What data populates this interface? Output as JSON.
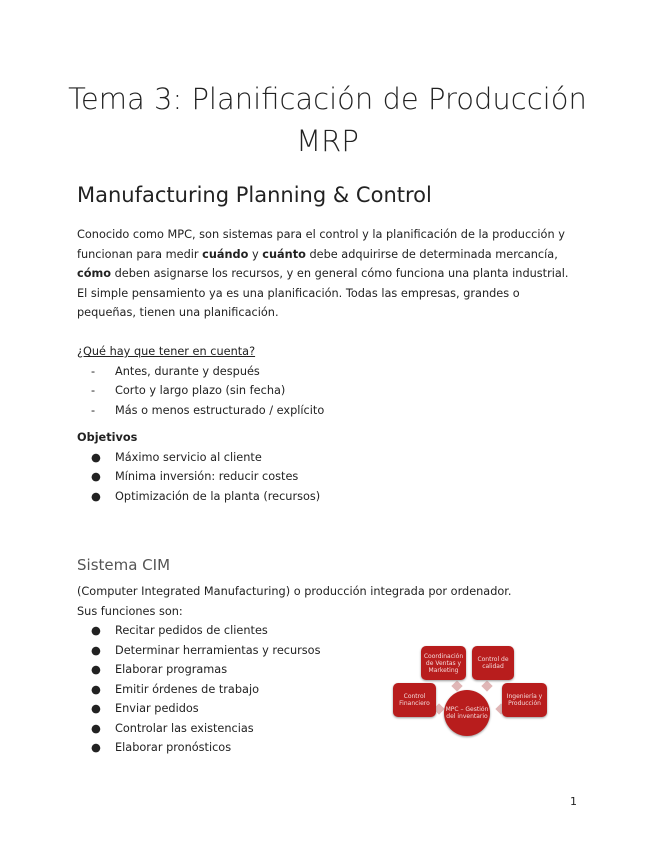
{
  "title_line1": "Tema 3: Planificación de Producción",
  "title_line2": "MRP",
  "section1": {
    "heading": "Manufacturing Planning & Control",
    "p1": [
      "Conocido como MPC, son sistemas para el control y la planificación de la producción y funcionan para medir ",
      "cuándo",
      " y ",
      "cuánto",
      " debe adquirirse de determinada mercancía, ",
      "cómo",
      " deben asignarse los recursos, y en general cómo funciona una planta industrial."
    ],
    "p2": "El simple pensamiento ya es una planificación. Todas las empresas, grandes o pequeñas, tienen una planificación.",
    "question": "¿Qué hay que tener en cuenta?",
    "dash_items": [
      "Antes, durante y después",
      "Corto y largo plazo (sin fecha)",
      "Más o menos estructurado / explícito"
    ],
    "objectives_label": "Objetivos",
    "objectives": [
      "Máximo servicio al cliente",
      "Mínima inversión: reducir costes",
      "Optimización de la planta (recursos)"
    ]
  },
  "section2": {
    "heading": "Sistema CIM",
    "p1": "(Computer Integrated Manufacturing) o producción integrada por ordenador.",
    "p2": "Sus funciones son:",
    "items": [
      "Recitar pedidos de clientes",
      "Determinar herramientas y recursos",
      "Elaborar programas",
      "Emitir órdenes de trabajo",
      "Enviar pedidos",
      "Controlar las existencias",
      "Elaborar pronósticos"
    ]
  },
  "diagram": {
    "center": "MPC – Gestión del inventario",
    "nodes": [
      "Coordinación de Ventas y Marketing",
      "Control de calidad",
      "Control Financiero",
      "Ingeniería y Producción"
    ],
    "color": "#b81d1d"
  },
  "page_number": "1"
}
